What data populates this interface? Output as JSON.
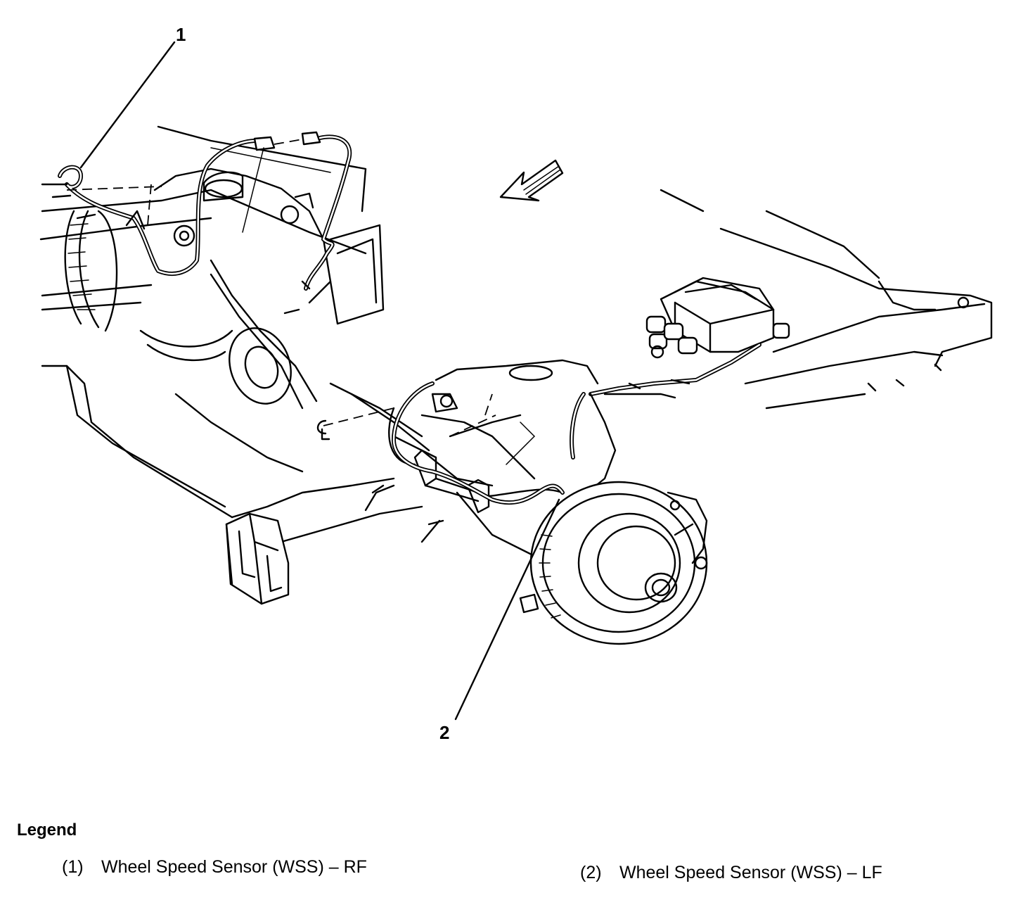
{
  "callouts": [
    {
      "number": "1"
    },
    {
      "number": "2"
    }
  ],
  "legend": {
    "title": "Legend",
    "items": [
      {
        "number": "(1)",
        "label": "Wheel Speed Sensor (WSS) – RF"
      },
      {
        "number": "(2)",
        "label": "Wheel Speed Sensor (WSS) – LF"
      }
    ]
  },
  "icons": [
    "direction-arrow-icon"
  ]
}
